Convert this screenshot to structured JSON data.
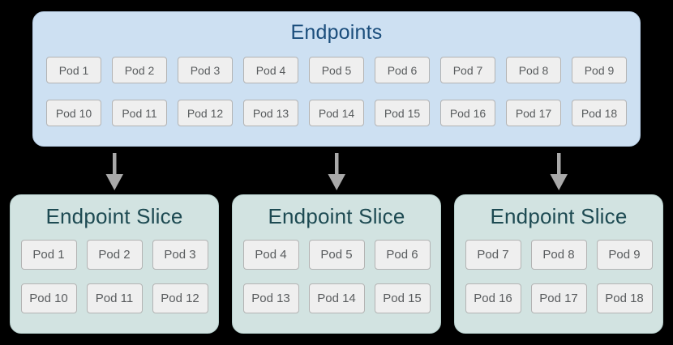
{
  "endpoints_panel": {
    "title": "Endpoints",
    "row1": [
      "Pod 1",
      "Pod 2",
      "Pod 3",
      "Pod 4",
      "Pod 5",
      "Pod 6",
      "Pod 7",
      "Pod 8",
      "Pod 9"
    ],
    "row2": [
      "Pod 10",
      "Pod 11",
      "Pod 12",
      "Pod 13",
      "Pod 14",
      "Pod 15",
      "Pod 16",
      "Pod 17",
      "Pod 18"
    ]
  },
  "slices": [
    {
      "title": "Endpoint Slice",
      "row1": [
        "Pod 1",
        "Pod 2",
        "Pod 3"
      ],
      "row2": [
        "Pod 10",
        "Pod 11",
        "Pod 12"
      ]
    },
    {
      "title": "Endpoint Slice",
      "row1": [
        "Pod 4",
        "Pod 5",
        "Pod 6"
      ],
      "row2": [
        "Pod 13",
        "Pod 14",
        "Pod 15"
      ]
    },
    {
      "title": "Endpoint Slice",
      "row1": [
        "Pod 7",
        "Pod 8",
        "Pod 9"
      ],
      "row2": [
        "Pod 16",
        "Pod 17",
        "Pod 18"
      ]
    }
  ],
  "icons": {
    "down_arrow": "down-arrow"
  },
  "colors": {
    "background": "#000000",
    "endpoints_panel_bg": "#cde0f2",
    "endpoints_title": "#1b4e7c",
    "slice_panel_bg": "#d2e3e1",
    "slice_title": "#1d4a52",
    "pod_chip_bg": "#efefef",
    "pod_chip_border": "#b3b3b3",
    "pod_chip_text": "#595c5e",
    "arrow": "#a9a9a9"
  }
}
